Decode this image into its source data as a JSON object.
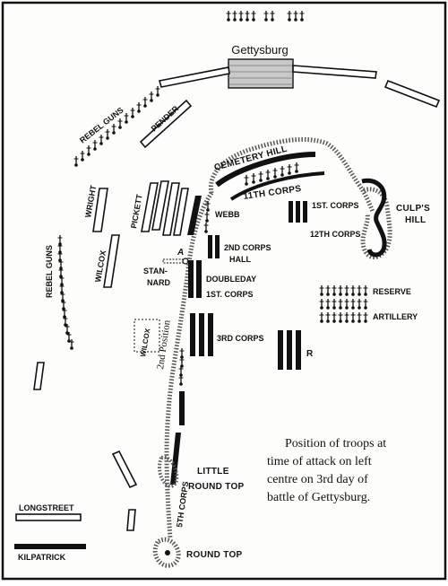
{
  "map": {
    "town": "Gettysburg",
    "labels": {
      "cemetery_hill": "CEMETERY HILL",
      "eleventh_corps": "11TH CORPS",
      "first_corps_east": "1ST. CORPS",
      "culps_hill_1": "CULP'S",
      "culps_hill_2": "HILL",
      "twelfth_corps": "12TH CORPS",
      "reserve": "RESERVE",
      "artillery": "ARTILLERY",
      "webb": "WEBB",
      "second_corps_1": "2ND CORPS",
      "second_corps_2": "HALL",
      "doubleday": "DOUBLEDAY",
      "first_corps": "1ST. CORPS",
      "third_corps": "3RD CORPS",
      "r_marker": "R",
      "point_a": "A",
      "stannard_1": "STAN-",
      "stannard_2": "NARD",
      "wilcox_lower": "WILCOX",
      "second_position": "2nd Position",
      "little_round_top_1": "LITTLE",
      "little_round_top_2": "ROUND TOP",
      "fifth_corps": "5TH CORPS",
      "round_top": "ROUND TOP",
      "pender": "PENDER",
      "rebel_guns_top": "REBEL GUNS",
      "wright": "WRIGHT",
      "pickett": "PICKETT",
      "wilcox_upper": "WILCOX",
      "rebel_guns_left": "REBEL GUNS",
      "longstreet": "LONGSTREET",
      "kilpatrick": "KILPATRICK"
    },
    "caption_lines": [
      "Position of troops at",
      "time of attack on left",
      "centre on 3rd day of",
      "battle of Gettysburg."
    ]
  }
}
